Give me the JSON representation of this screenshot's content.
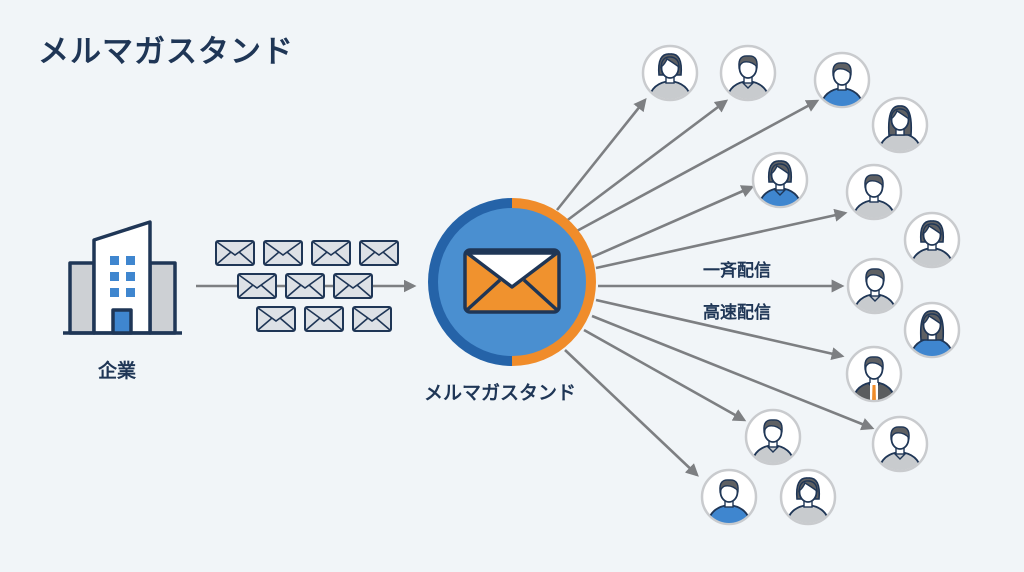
{
  "title": "メルマガスタンド",
  "sender": {
    "label": "企業",
    "icon": "building-icon"
  },
  "batch": {
    "icon": "envelope-icon",
    "rows": [
      4,
      3,
      3
    ]
  },
  "hub": {
    "label": "メルマガスタンド",
    "icon": "envelope-icon",
    "colors": {
      "fill": "#4a8fd0",
      "ring_left": "#2563a8",
      "ring_right": "#f08c2a",
      "envelope": "#f0922e"
    }
  },
  "delivery_labels": [
    "一斉配信",
    "高速配信"
  ],
  "recipients": [
    {
      "type": "woman-short",
      "shirt": "gray"
    },
    {
      "type": "man-collar",
      "shirt": "gray"
    },
    {
      "type": "man",
      "shirt": "blue"
    },
    {
      "type": "woman-long",
      "shirt": "gray"
    },
    {
      "type": "woman-blazer",
      "shirt": "blue"
    },
    {
      "type": "man",
      "shirt": "gray"
    },
    {
      "type": "woman-short",
      "shirt": "gray"
    },
    {
      "type": "man-collar",
      "shirt": "gray"
    },
    {
      "type": "woman-long",
      "shirt": "blue"
    },
    {
      "type": "man-suit",
      "shirt": "suit"
    },
    {
      "type": "man-collar",
      "shirt": "gray"
    },
    {
      "type": "man-collar",
      "shirt": "gray"
    },
    {
      "type": "man",
      "shirt": "blue"
    },
    {
      "type": "woman-short",
      "shirt": "gray"
    }
  ],
  "colors": {
    "navy": "#1f3656",
    "arrow": "#7d7f82",
    "blue": "#3f86cf",
    "gray_shirt": "#c8cbce",
    "suit": "#5a5c5e",
    "tie": "#f08c2a",
    "hair": "#5e6063"
  }
}
